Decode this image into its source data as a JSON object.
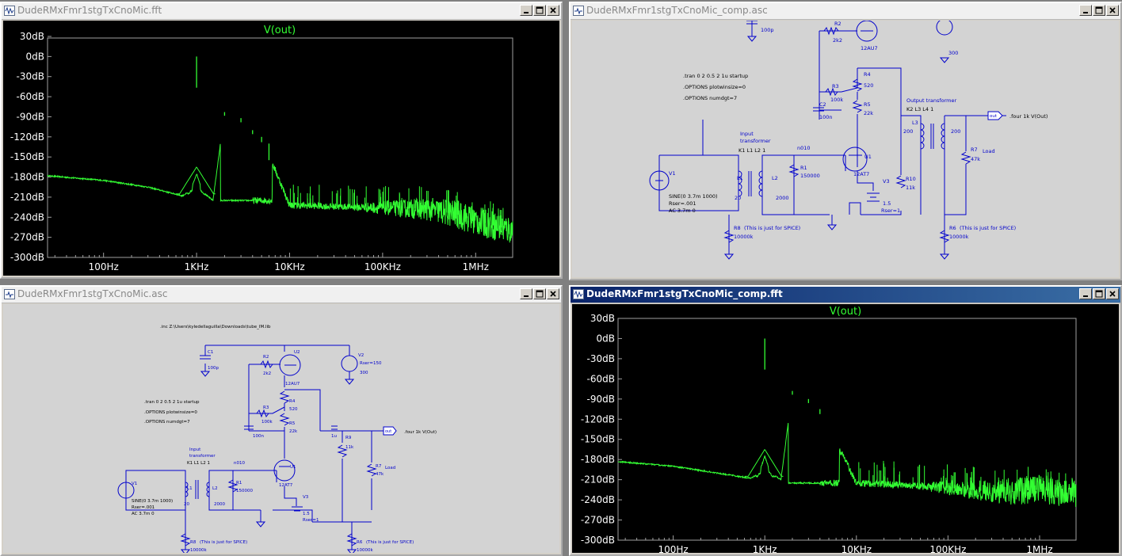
{
  "windows": {
    "fft1": {
      "title": "DudeRMxFmr1stgTxCnoMic.fft",
      "trace_label": "V(out)",
      "y_ticks": [
        "30dB",
        "0dB",
        "-30dB",
        "-60dB",
        "-90dB",
        "-120dB",
        "-150dB",
        "-180dB",
        "-210dB",
        "-240dB",
        "-270dB",
        "-300dB"
      ],
      "x_ticks": [
        "100Hz",
        "1KHz",
        "10KHz",
        "100KHz",
        "1MHz"
      ]
    },
    "asc1": {
      "title": "DudeRMxFmr1stgTxCnoMic_comp.asc"
    },
    "asc2": {
      "title": "DudeRMxFmr1stgTxCnoMic.asc"
    },
    "fft2": {
      "title": "DudeRMxFmr1stgTxCnoMic_comp.fft",
      "trace_label": "V(out)",
      "y_ticks": [
        "30dB",
        "0dB",
        "-30dB",
        "-60dB",
        "-90dB",
        "-120dB",
        "-150dB",
        "-180dB",
        "-210dB",
        "-240dB",
        "-270dB",
        "-300dB"
      ],
      "x_ticks": [
        "100Hz",
        "1KHz",
        "10KHz",
        "100KHz",
        "1MHz"
      ]
    }
  },
  "schematic_comp": {
    "c_top": "100p",
    "r2": "R2",
    "r2_val": "2k2",
    "tube1": "12AU7",
    "right_top": "300",
    "directives": [
      ".tran 0 2 0.5 2 1u startup",
      ".OPTIONS plotwinsize=0",
      ".OPTIONS numdgt=7"
    ],
    "r4": "R4",
    "r4_val": "520",
    "r3": "R3",
    "r3_val": "100k",
    "r5": "R5",
    "r5_val": "22k",
    "c2": "C2",
    "c2_val": "100n",
    "output_xfmr": "Output transformer",
    "k2": "K2 L3 L4 1",
    "out_label": "out",
    "four": ".four 1k V(Out)",
    "input_xfmr": [
      "Input",
      "transformer"
    ],
    "k1": "K1 L1 L2 1",
    "n010": "n010",
    "v1": "V1",
    "sine": [
      "SINE(0 3.7m 1000)",
      "Rser=.001",
      "AC 3.7m 0"
    ],
    "l1": "L1",
    "l1_val": "20",
    "l2": "L2",
    "l2_val": "2000",
    "r1": "R1",
    "r1_val": "150000",
    "u1": "U1",
    "u1_model": "12AT7",
    "v3": "V3",
    "v3_val": "1.5",
    "v3_rser": "Rser=1",
    "r10": "R10",
    "r10_val": "11k",
    "l3_val": "200",
    "l4": "L3",
    "l4_val": "200",
    "r7": "R7",
    "r7_val": "47k",
    "load": "Load",
    "r8": "R8",
    "r8_note": "(This is just for SPICE)",
    "r8_val": "10000k",
    "r6": "R6",
    "r6_note": "(This is just for SPICE)",
    "r6_val": "10000k"
  },
  "schematic_orig": {
    "inc": ".inc Z:\\Users\\kyledellaguilla\\Downloads\\tube_IM.lib",
    "c1": "C1",
    "c1_val": "100p",
    "v2": "V2",
    "v2_val": "300",
    "v2_rser": "Rser=150",
    "r2": "R2",
    "r2_val": "2k2",
    "u2": "U2",
    "u2_model": "12AU7",
    "directives": [
      ".tran 0 2 0.5 2 1u startup",
      ".OPTIONS plotwinsize=0",
      ".OPTIONS numdgt=7"
    ],
    "r4": "R4",
    "r4_val": "520",
    "r3": "R3",
    "r3_val": "100k",
    "r5": "R5",
    "r5_val": "22k",
    "c2_val": "100n",
    "c3_val": "1u",
    "r9": "R9",
    "r9_val": "11k",
    "out_label": "out",
    "four": ".four 1k V(Out)",
    "input_xfmr": [
      "Input",
      "transformer"
    ],
    "k1": "K1 L1 L2 1",
    "n010": "n010",
    "v1": "V1",
    "sine": [
      "SINE(0 3.7m 1000)",
      "Rser=.001",
      "AC 3.7m 0"
    ],
    "l1": "L1",
    "l1_val": "20",
    "l2": "L2",
    "l2_val": "2000",
    "r1": "R1",
    "r1_val": "150000",
    "u1": "U1",
    "u1_model": "12AT7",
    "v3": "V3",
    "v3_val": "1.5",
    "v3_rser": "Rser=1",
    "r7": "R7",
    "r7_val": "47k",
    "load": "Load",
    "r8": "R8",
    "r8_note": "(This is just for SPICE)",
    "r8_val": "10000k",
    "r6": "R6",
    "r6_note": "(This is just for SPICE)",
    "r6_val": "10000k"
  },
  "colors": {
    "trace": "#33ff33",
    "fft_background": "#000000",
    "schematic_background": "#d3d3d3",
    "wire": "#0000cc",
    "ground_symbol": "#0000cc"
  },
  "chart_data": [
    {
      "type": "line",
      "title": "V(out)",
      "xlabel": "",
      "ylabel": "",
      "x_scale": "log",
      "xlim": [
        25,
        2500000
      ],
      "ylim": [
        -300,
        30
      ],
      "grid": false,
      "series": [
        {
          "name": "V(out)",
          "x": [
            25,
            100,
            300,
            700,
            900,
            1000,
            1100,
            1500,
            2000,
            3000,
            4000,
            5000,
            10000,
            30000,
            100000,
            300000,
            600000,
            1000000,
            2500000
          ],
          "y": [
            -178,
            -185,
            -195,
            -208,
            -200,
            0,
            -200,
            -215,
            -83,
            -92,
            -110,
            -120,
            -222,
            -224,
            -226,
            -228,
            -235,
            -245,
            -260
          ]
        }
      ],
      "peaks": [
        {
          "x": 1000,
          "y": 0
        },
        {
          "x": 2000,
          "y": -83
        },
        {
          "x": 3000,
          "y": -92
        },
        {
          "x": 4000,
          "y": -110
        },
        {
          "x": 5000,
          "y": -120
        },
        {
          "x": 6000,
          "y": -130
        }
      ]
    },
    {
      "type": "line",
      "title": "V(out)",
      "xlabel": "",
      "ylabel": "",
      "x_scale": "log",
      "xlim": [
        25,
        2500000
      ],
      "ylim": [
        -300,
        30
      ],
      "grid": false,
      "series": [
        {
          "name": "V(out)",
          "x": [
            25,
            100,
            300,
            700,
            900,
            1000,
            1100,
            1500,
            2000,
            3000,
            4000,
            10000,
            30000,
            100000,
            300000,
            1000000,
            2500000
          ],
          "y": [
            -183,
            -190,
            -200,
            -208,
            -200,
            0,
            -198,
            -210,
            -78,
            -90,
            -105,
            -215,
            -218,
            -222,
            -228,
            -225,
            -230
          ]
        }
      ],
      "peaks": [
        {
          "x": 1000,
          "y": 0
        },
        {
          "x": 2000,
          "y": -78
        },
        {
          "x": 3000,
          "y": -90
        },
        {
          "x": 4000,
          "y": -105
        }
      ]
    }
  ]
}
